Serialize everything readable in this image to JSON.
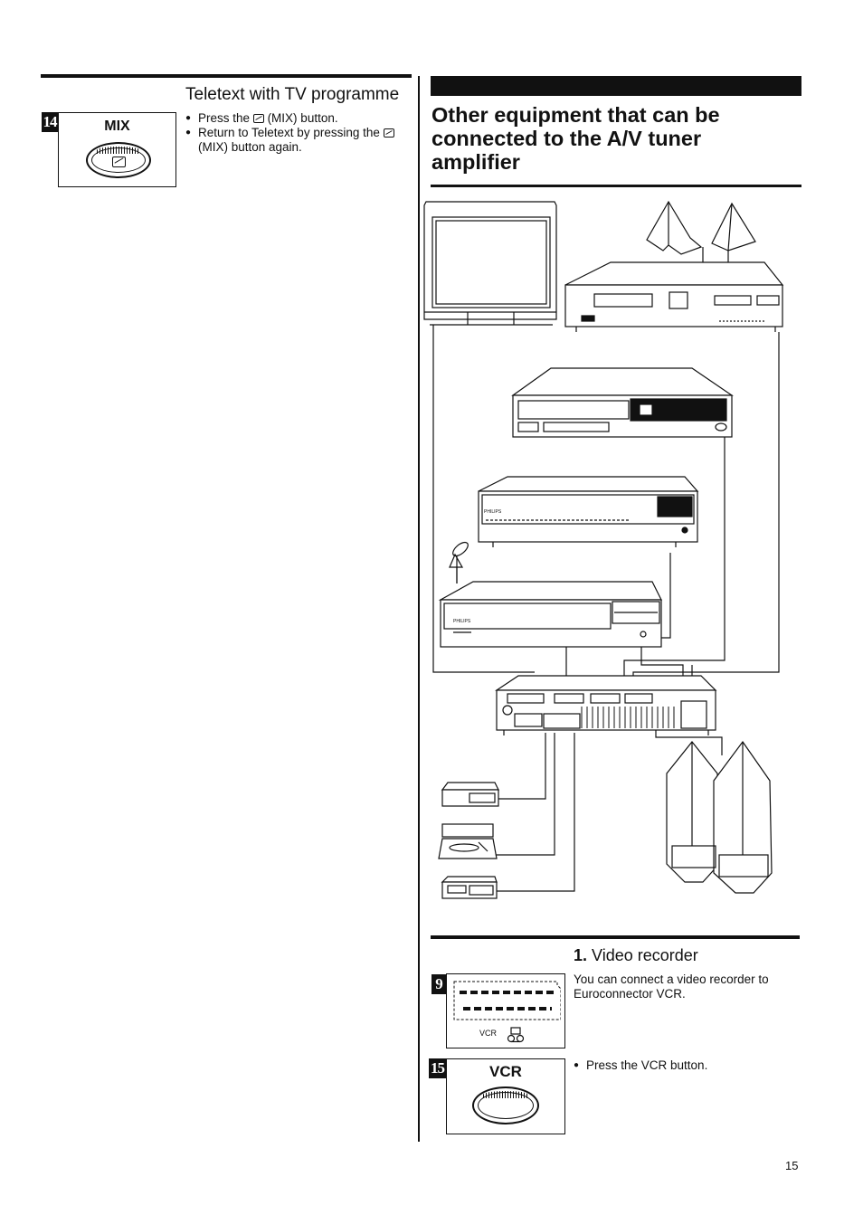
{
  "left_column": {
    "section_title": "Teletext with TV programme",
    "step_badge": "14",
    "mix_button_label": "MIX",
    "mix_button_icon": "mix-icon",
    "instructions": [
      {
        "before": "Press the",
        "icon": "mix-icon",
        "after": "(MIX) button."
      },
      {
        "before": "Return to Teletext by pressing the",
        "icon": "mix-icon",
        "after": "(MIX) button again."
      }
    ]
  },
  "right_column": {
    "title": "Other equipment that can be connected to the A/V tuner amplifier",
    "diagram": {
      "brand_labels": [
        "PHILIPS",
        "PHILIPS"
      ]
    },
    "subsection": {
      "number": "1.",
      "title": "Video recorder",
      "step_a_badge": "9",
      "step_a_text": "You can connect a video recorder to Euroconnector VCR.",
      "connector_label": "VCR",
      "step_b_badge": "15",
      "vcr_button_label": "VCR",
      "step_b_instruction": "Press the VCR button."
    }
  },
  "page_number": "15"
}
